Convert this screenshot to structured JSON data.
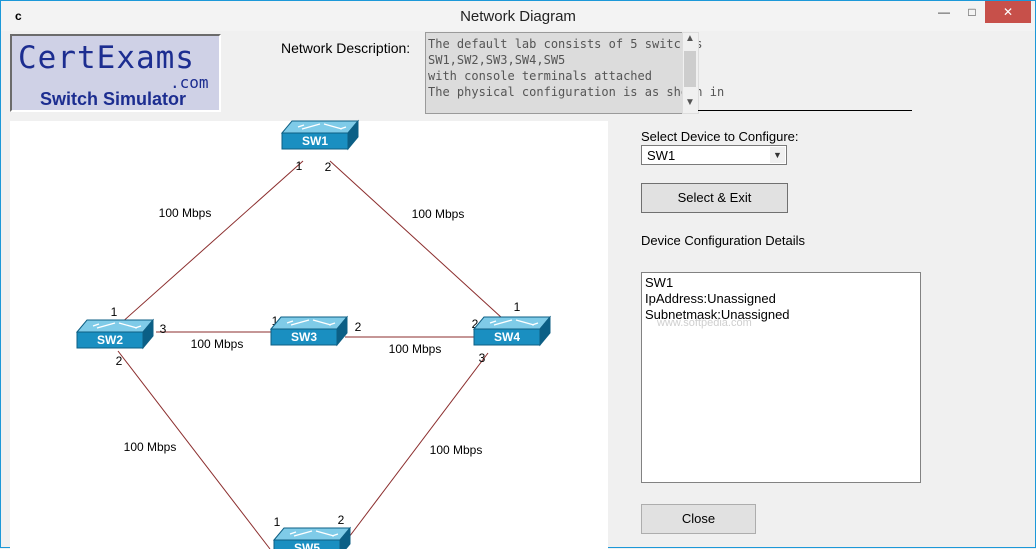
{
  "window": {
    "app_icon": "c",
    "title": "Network Diagram",
    "minimize": "—",
    "maximize": "□",
    "close": "✕"
  },
  "logo": {
    "main": "CertExams",
    "com": ".com",
    "sub": "Switch Simulator"
  },
  "description": {
    "label": "Network Description:",
    "text": "The default lab consists of 5 switches\nSW1,SW2,SW3,SW4,SW5\nwith console terminals attached\nThe physical configuration is as shown in"
  },
  "diagram": {
    "switches": [
      {
        "name": "SW1"
      },
      {
        "name": "SW2"
      },
      {
        "name": "SW3"
      },
      {
        "name": "SW4"
      },
      {
        "name": "SW5"
      }
    ],
    "links": [
      {
        "from": "SW1",
        "to": "SW2",
        "from_port": "1",
        "to_port": "1",
        "speed": "100 Mbps"
      },
      {
        "from": "SW1",
        "to": "SW4",
        "from_port": "2",
        "to_port": "1",
        "speed": "100 Mbps"
      },
      {
        "from": "SW2",
        "to": "SW3",
        "from_port": "3",
        "to_port": "1",
        "speed": "100 Mbps"
      },
      {
        "from": "SW3",
        "to": "SW4",
        "from_port": "2",
        "to_port": "2",
        "speed": "100 Mbps"
      },
      {
        "from": "SW2",
        "to": "SW5",
        "from_port": "2",
        "to_port": "1",
        "speed": "100 Mbps"
      },
      {
        "from": "SW4",
        "to": "SW5",
        "from_port": "3",
        "to_port": "2",
        "speed": "100 Mbps"
      }
    ],
    "switch_color": "#1a8fc1",
    "link_color": "#8b2d2d"
  },
  "config": {
    "select_label": "Select Device to Configure:",
    "selected_device": "SW1",
    "select_exit_button": "Select & Exit",
    "details_label": "Device Configuration Details",
    "details_lines": [
      "SW1",
      "IpAddress:Unassigned",
      "Subnetmask:Unassigned"
    ],
    "watermark": "www.softpedia.com",
    "close_button": "Close"
  }
}
